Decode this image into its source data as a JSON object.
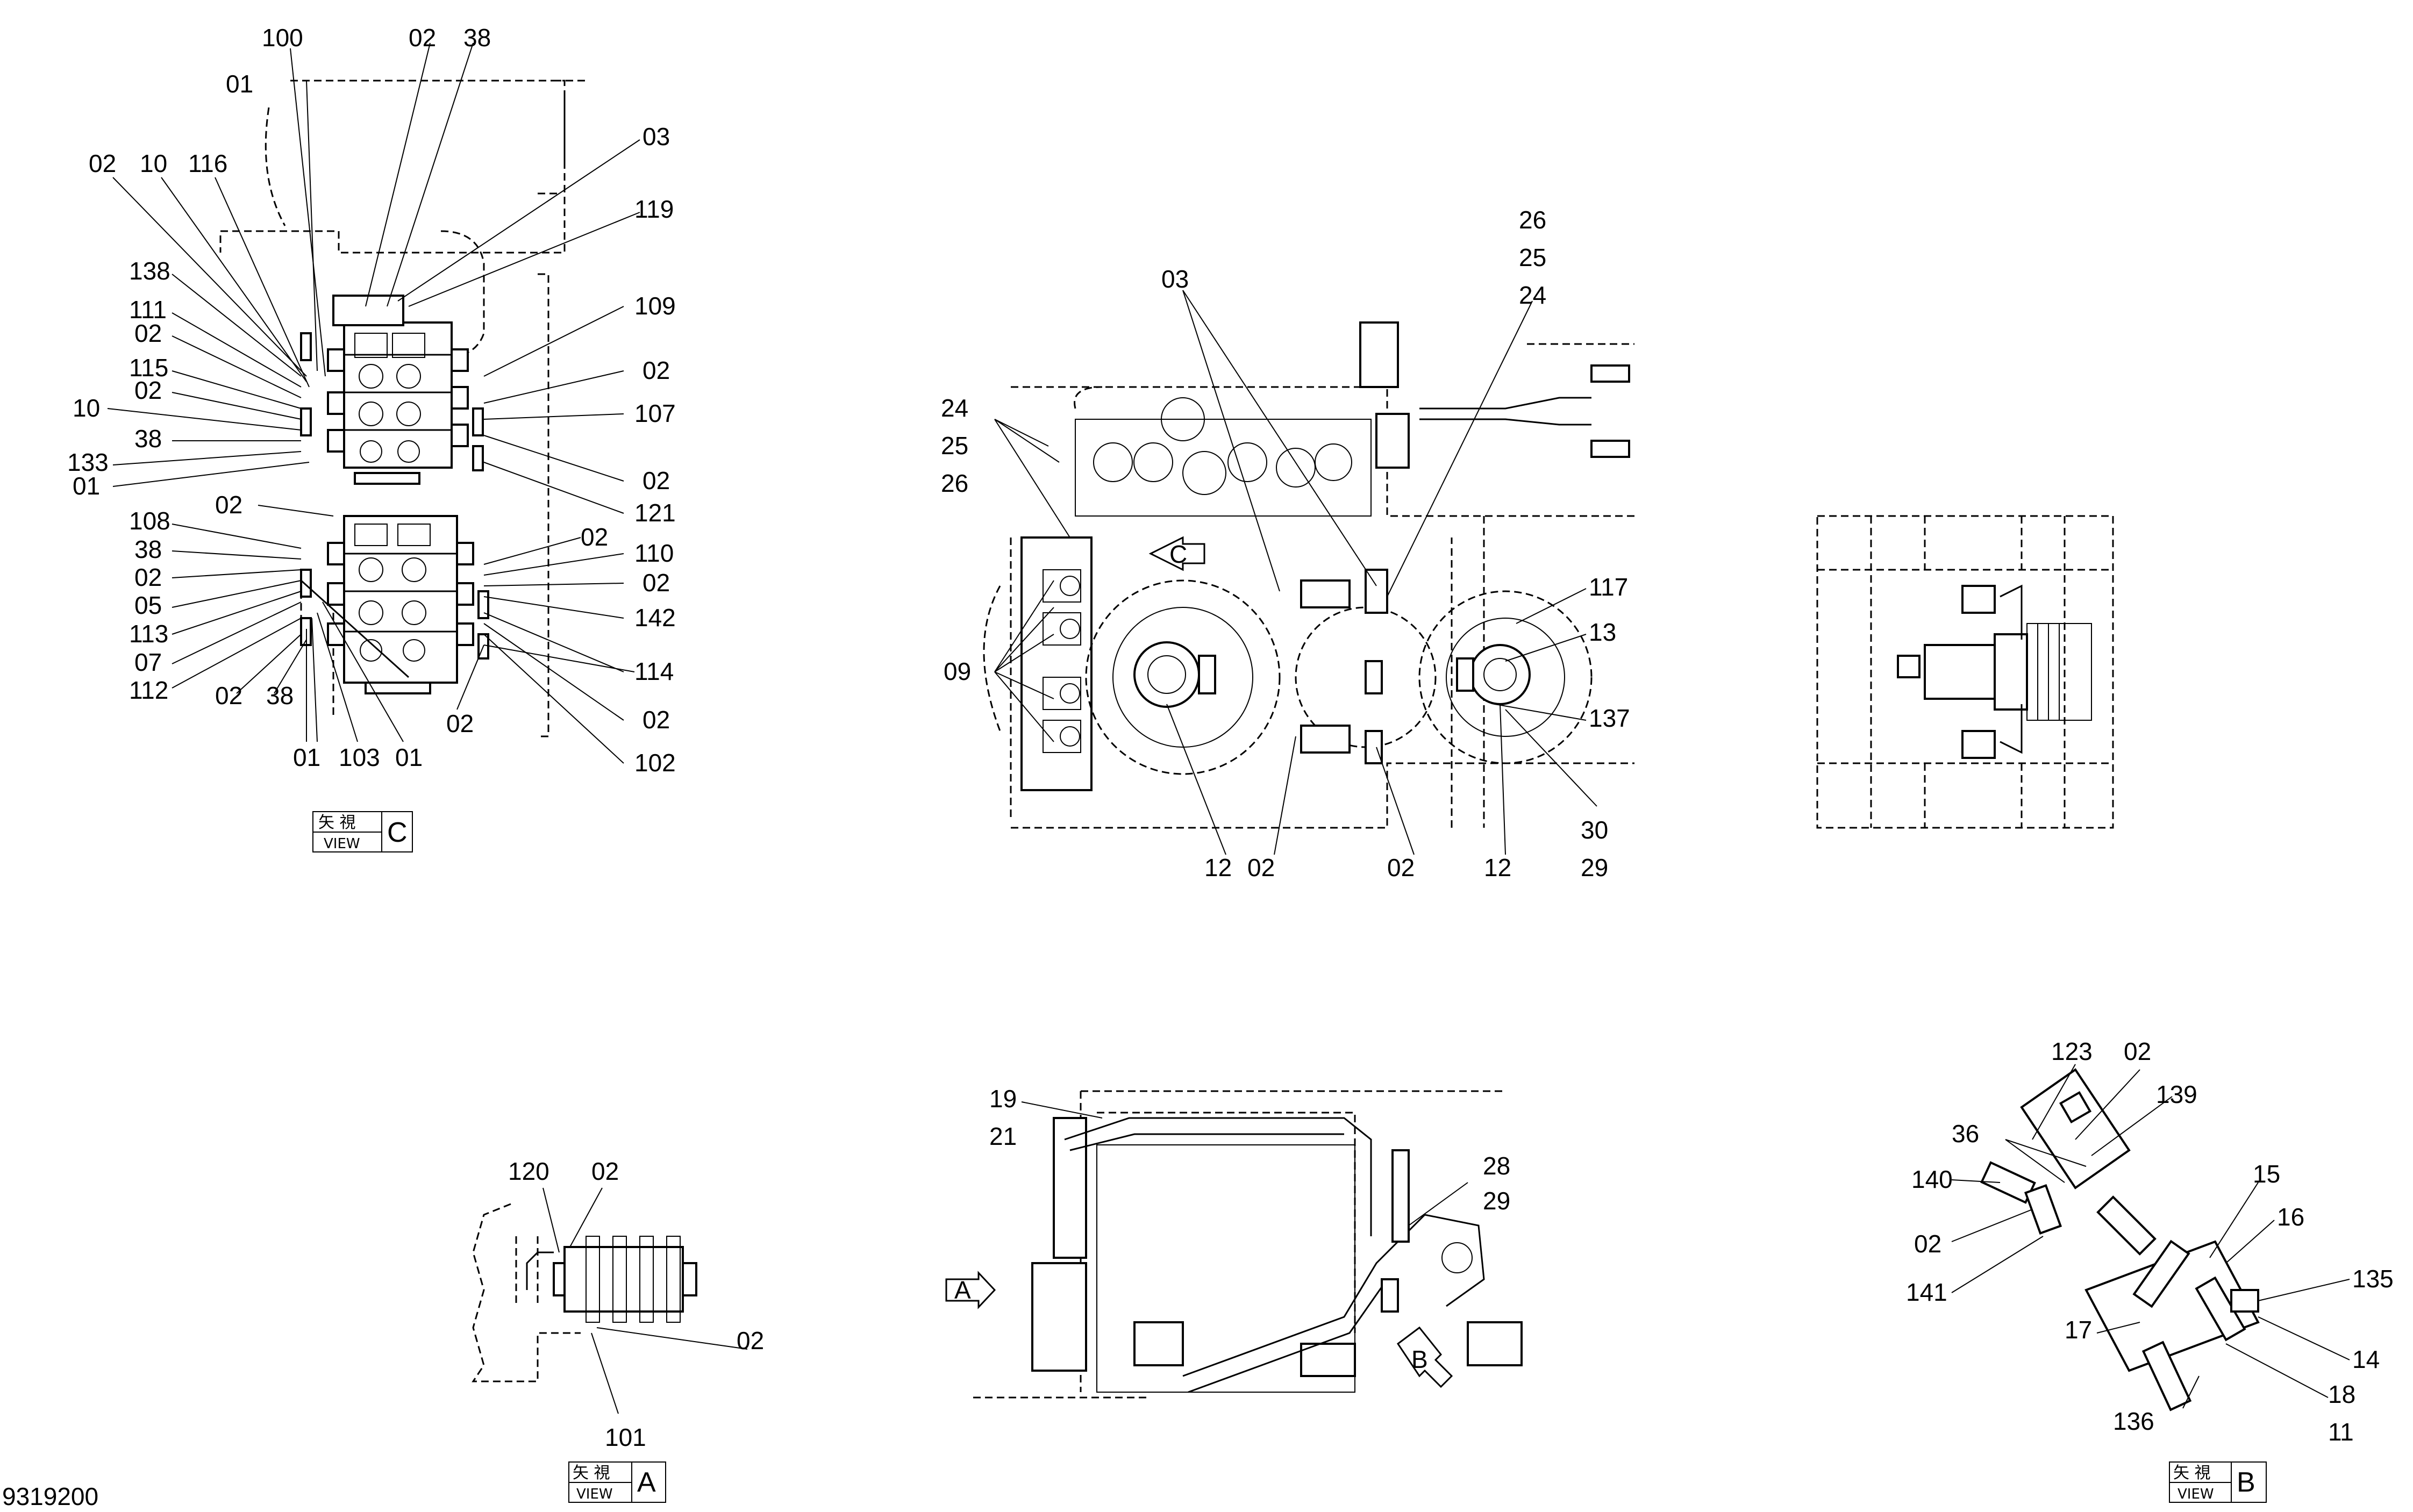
{
  "drawing_number": "9319200",
  "views": {
    "c": {
      "jp_label": "矢 視",
      "en_label": "VIEW",
      "letter": "C"
    },
    "a": {
      "jp_label": "矢 視",
      "en_label": "VIEW",
      "letter": "A"
    },
    "b": {
      "jp_label": "矢 視",
      "en_label": "VIEW",
      "letter": "B"
    }
  },
  "view_arrows": {
    "c": "C",
    "a": "A",
    "b": "B"
  },
  "callouts": {
    "view_c": {
      "top": [
        "100",
        "02",
        "38",
        "01"
      ],
      "left": [
        "02",
        "10",
        "116",
        "138",
        "111",
        "02",
        "115",
        "02",
        "10",
        "38",
        "133",
        "01",
        "02",
        "108",
        "38",
        "02",
        "05",
        "113",
        "07",
        "112",
        "02",
        "38",
        "01",
        "103",
        "01"
      ],
      "right": [
        "03",
        "119",
        "109",
        "02",
        "107",
        "02",
        "121",
        "02",
        "110",
        "02",
        "142",
        "114",
        "02",
        "02",
        "102"
      ]
    },
    "main_top": [
      "03",
      "26",
      "25",
      "24",
      "24",
      "25",
      "26",
      "09",
      "117",
      "13",
      "137",
      "12",
      "02",
      "02",
      "12",
      "30",
      "29"
    ],
    "view_a": [
      "120",
      "02",
      "02",
      "101"
    ],
    "main_bottom": [
      "19",
      "21",
      "28",
      "29"
    ],
    "view_b": [
      "123",
      "02",
      "139",
      "36",
      "140",
      "02",
      "141",
      "15",
      "16",
      "135",
      "17",
      "14",
      "18",
      "11",
      "136"
    ]
  }
}
